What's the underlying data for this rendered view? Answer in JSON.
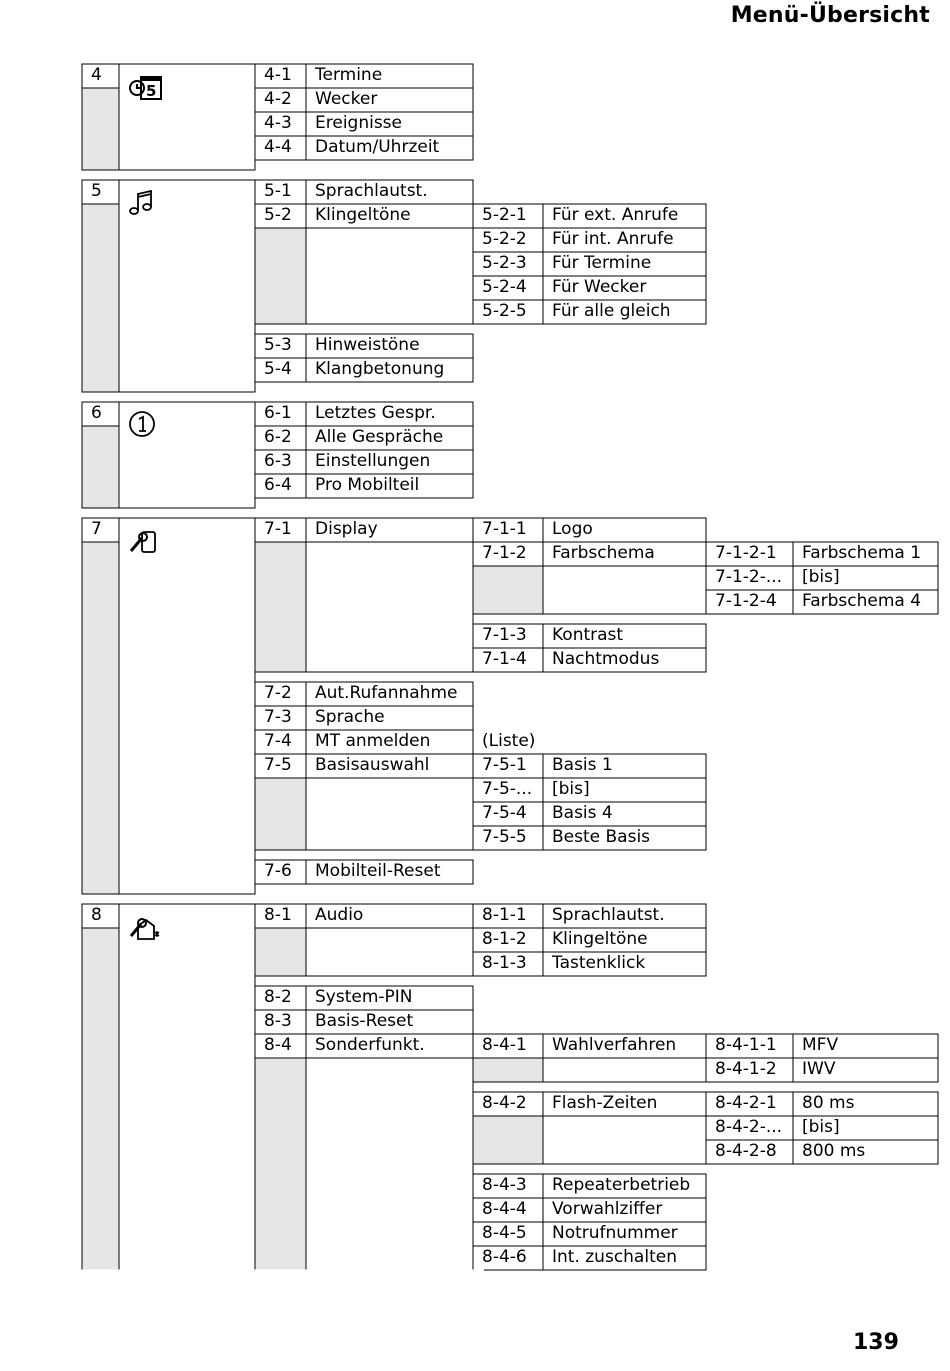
{
  "header": {
    "title": "Menü-Übersicht"
  },
  "page_number": "139",
  "groups": [
    {
      "num": "4",
      "icon": "alarm-clock-calendar-icon",
      "items": [
        {
          "code": "4-1",
          "label": "Termine"
        },
        {
          "code": "4-2",
          "label": "Wecker"
        },
        {
          "code": "4-3",
          "label": "Ereignisse"
        },
        {
          "code": "4-4",
          "label": "Datum/Uhrzeit"
        }
      ]
    },
    {
      "num": "5",
      "icon": "music-notes-icon",
      "items": [
        {
          "code": "5-1",
          "label": "Sprachlautst."
        },
        {
          "code": "5-2",
          "label": "Klingeltöne",
          "sub": [
            {
              "code": "5-2-1",
              "label": "Für ext. Anrufe"
            },
            {
              "code": "5-2-2",
              "label": "Für int. Anrufe"
            },
            {
              "code": "5-2-3",
              "label": "Für Termine"
            },
            {
              "code": "5-2-4",
              "label": "Für Wecker"
            },
            {
              "code": "5-2-5",
              "label": "Für alle gleich"
            }
          ]
        },
        {
          "code": "5-3",
          "label": "Hinweistöne"
        },
        {
          "code": "5-4",
          "label": "Klangbetonung"
        }
      ]
    },
    {
      "num": "6",
      "icon": "circled-one-icon",
      "items": [
        {
          "code": "6-1",
          "label": "Letztes Gespr."
        },
        {
          "code": "6-2",
          "label": "Alle Gespräche"
        },
        {
          "code": "6-3",
          "label": "Einstellungen"
        },
        {
          "code": "6-4",
          "label": "Pro Mobilteil"
        }
      ]
    },
    {
      "num": "7",
      "icon": "handset-settings-icon",
      "items": [
        {
          "code": "7-1",
          "label": "Display",
          "sub": [
            {
              "code": "7-1-1",
              "label": "Logo"
            },
            {
              "code": "7-1-2",
              "label": "Farbschema",
              "sub": [
                {
                  "code": "7-1-2-1",
                  "label": "Farbschema 1"
                },
                {
                  "code": "7-1-2-...",
                  "label": "[bis]"
                },
                {
                  "code": "7-1-2-4",
                  "label": "Farbschema 4"
                }
              ]
            },
            {
              "code": "7-1-3",
              "label": "Kontrast"
            },
            {
              "code": "7-1-4",
              "label": "Nachtmodus"
            }
          ]
        },
        {
          "code": "7-2",
          "label": "Aut.Rufannahme"
        },
        {
          "code": "7-3",
          "label": "Sprache"
        },
        {
          "code": "7-4",
          "label": "MT anmelden",
          "note": "(Liste)"
        },
        {
          "code": "7-5",
          "label": "Basisauswahl",
          "sub": [
            {
              "code": "7-5-1",
              "label": "Basis 1"
            },
            {
              "code": "7-5-...",
              "label": "[bis]"
            },
            {
              "code": "7-5-4",
              "label": "Basis 4"
            },
            {
              "code": "7-5-5",
              "label": "Beste Basis"
            }
          ]
        },
        {
          "code": "7-6",
          "label": "Mobilteil-Reset"
        }
      ]
    },
    {
      "num": "8",
      "icon": "base-settings-icon",
      "items": [
        {
          "code": "8-1",
          "label": "Audio",
          "sub": [
            {
              "code": "8-1-1",
              "label": "Sprachlautst."
            },
            {
              "code": "8-1-2",
              "label": "Klingeltöne"
            },
            {
              "code": "8-1-3",
              "label": "Tastenklick"
            }
          ]
        },
        {
          "code": "8-2",
          "label": "System-PIN"
        },
        {
          "code": "8-3",
          "label": "Basis-Reset"
        },
        {
          "code": "8-4",
          "label": "Sonderfunkt.",
          "sub": [
            {
              "code": "8-4-1",
              "label": "Wahlverfahren",
              "sub": [
                {
                  "code": "8-4-1-1",
                  "label": "MFV"
                },
                {
                  "code": "8-4-1-2",
                  "label": "IWV"
                }
              ]
            },
            {
              "code": "8-4-2",
              "label": "Flash-Zeiten",
              "sub": [
                {
                  "code": "8-4-2-1",
                  "label": "80 ms"
                },
                {
                  "code": "8-4-2-...",
                  "label": "[bis]"
                },
                {
                  "code": "8-4-2-8",
                  "label": "800 ms"
                }
              ]
            },
            {
              "code": "8-4-3",
              "label": "Repeaterbetrieb"
            },
            {
              "code": "8-4-4",
              "label": "Vorwahlziffer"
            },
            {
              "code": "8-4-5",
              "label": "Notrufnummer"
            },
            {
              "code": "8-4-6",
              "label": "Int. zuschalten"
            }
          ]
        }
      ]
    }
  ]
}
